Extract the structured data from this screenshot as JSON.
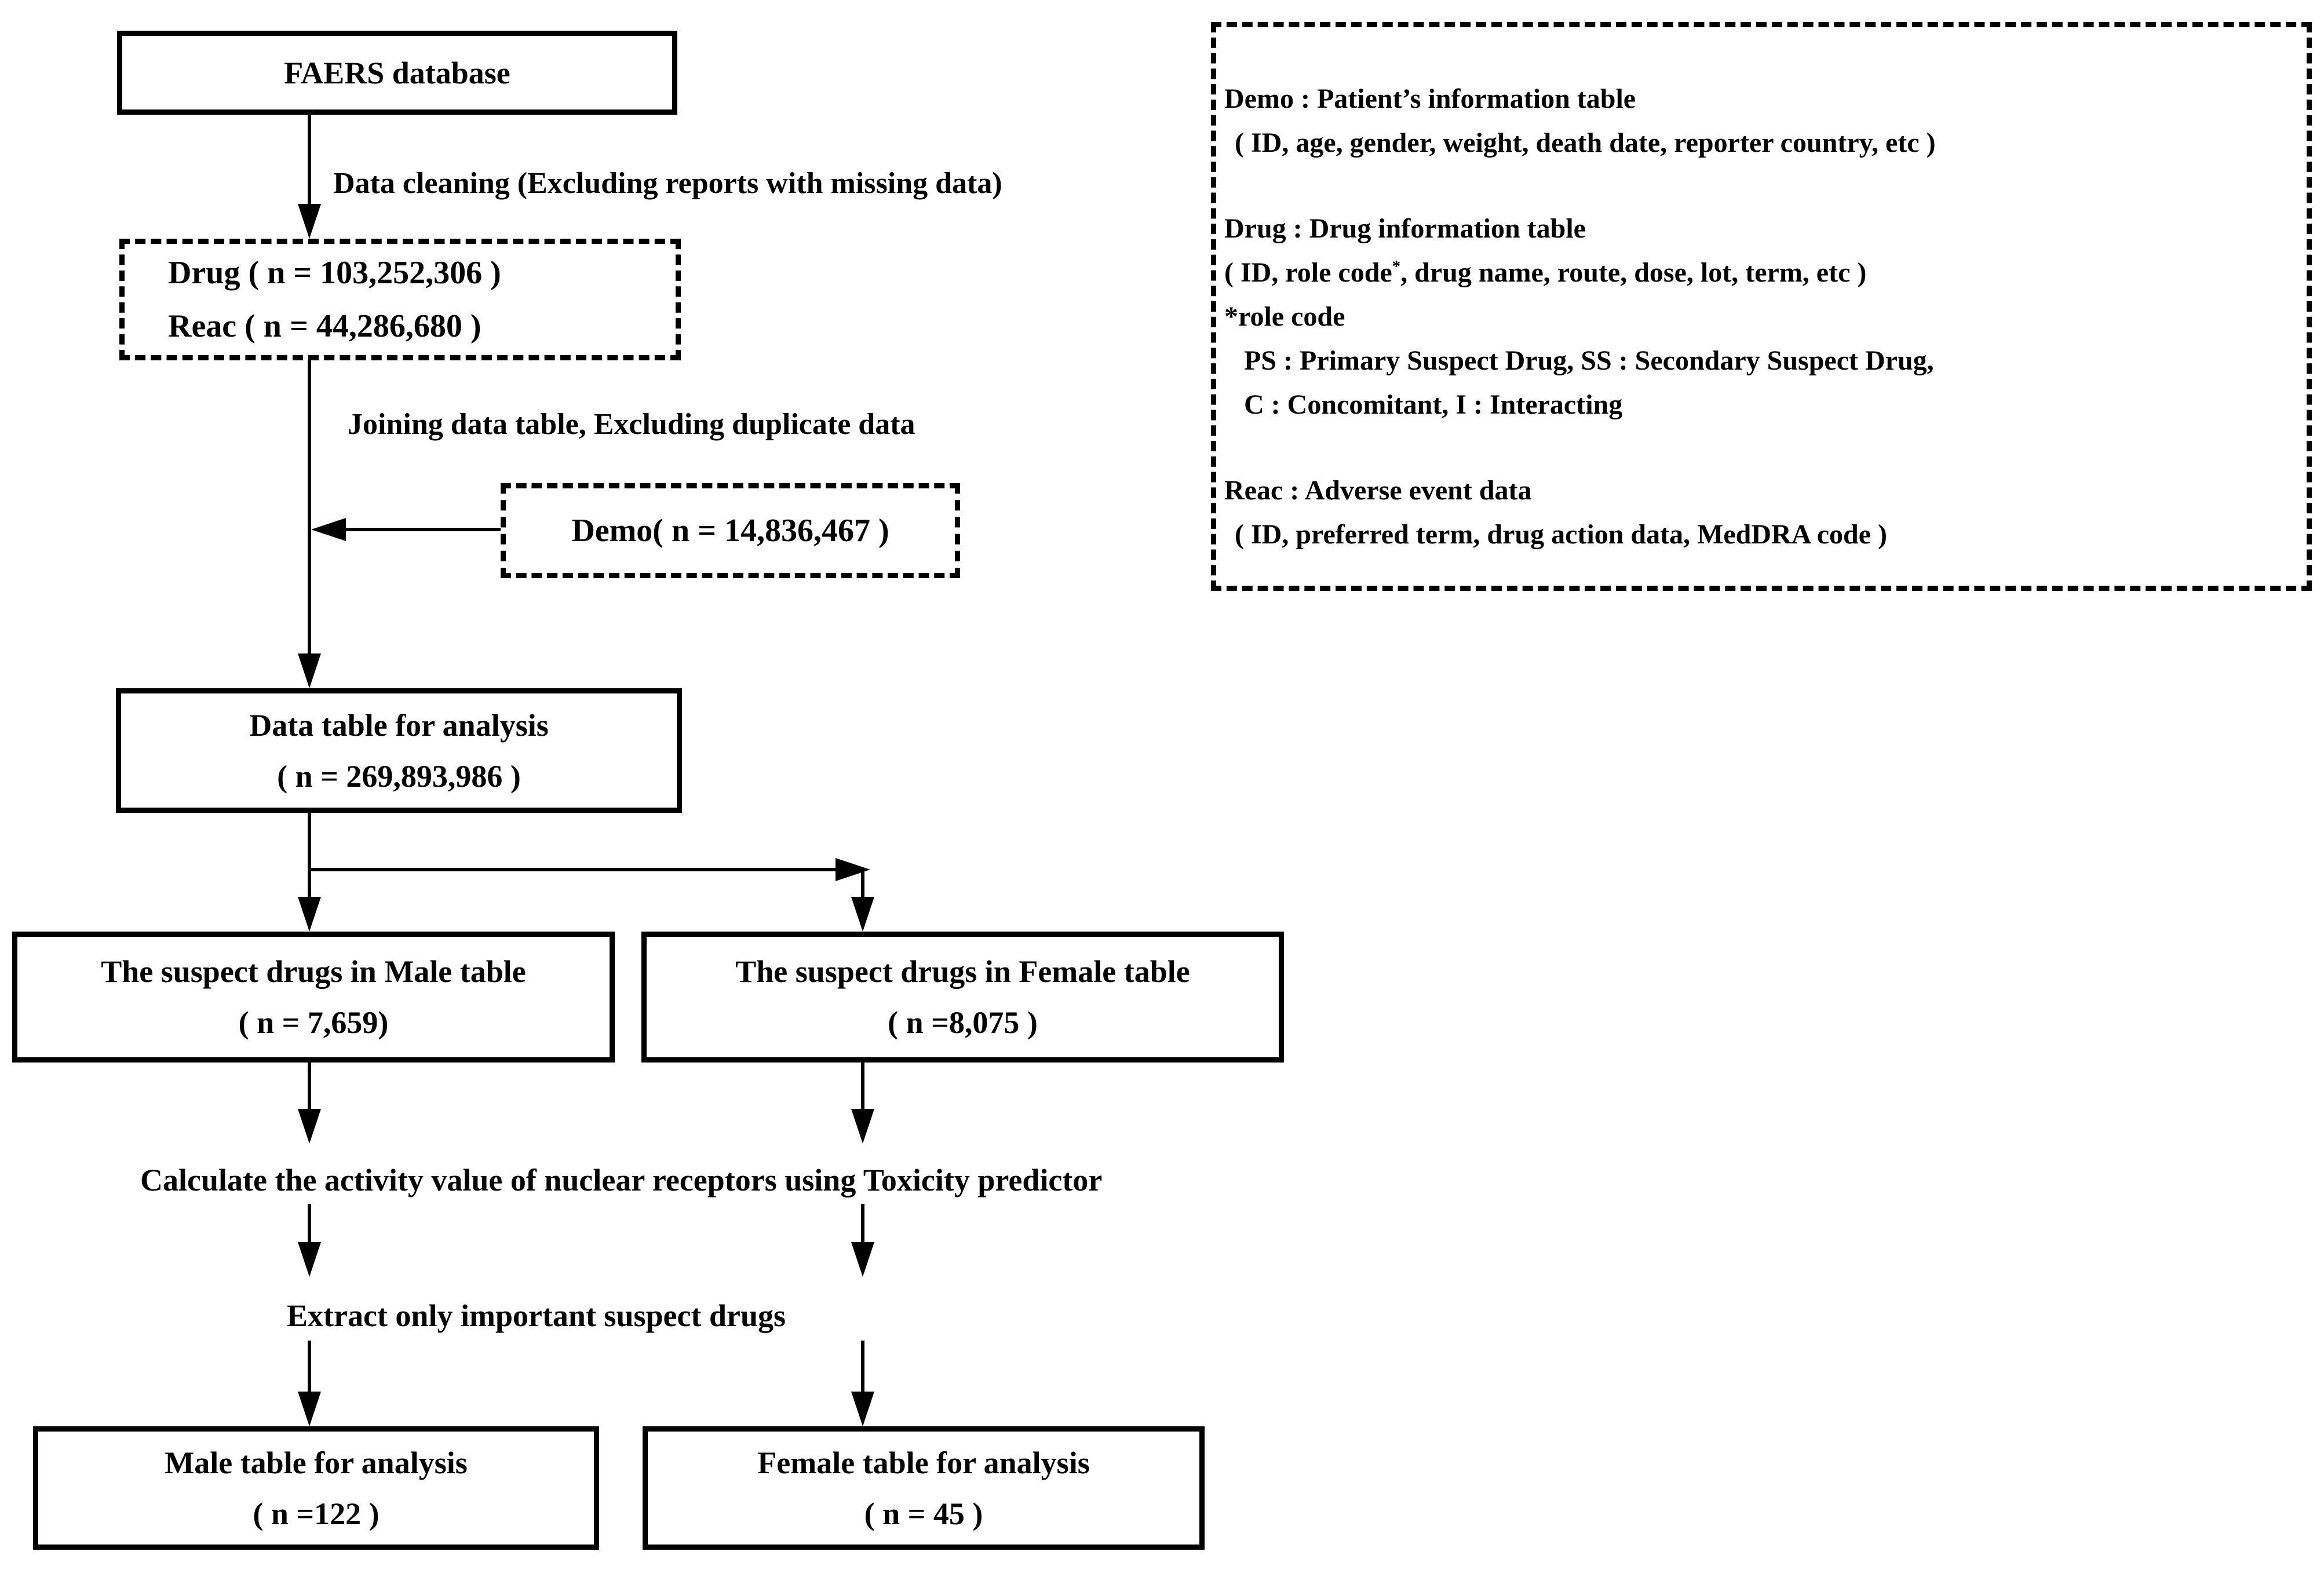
{
  "boxes": {
    "faers": {
      "label": "FAERS database"
    },
    "drug_reac": {
      "lines": [
        "Drug ( n = 103,252,306 )",
        "Reac ( n = 44,286,680 )"
      ]
    },
    "demo": {
      "label": "Demo( n = 14,836,467 )"
    },
    "data_table": {
      "lines": [
        "Data table for analysis",
        "( n = 269,893,986 )"
      ]
    },
    "male_suspect": {
      "lines": [
        "The suspect drugs in Male table",
        "( n = 7,659)"
      ]
    },
    "female_suspect": {
      "lines": [
        "The suspect drugs in Female table",
        "( n =8,075 )"
      ]
    },
    "male_analysis": {
      "lines": [
        "Male table for analysis",
        "( n =122 )"
      ]
    },
    "female_analysis": {
      "lines": [
        "Female table for analysis",
        "( n = 45 )"
      ]
    }
  },
  "labels": {
    "cleaning": "Data cleaning (Excluding reports with missing data)",
    "joining": "Joining data table, Excluding duplicate data",
    "calculate": "Calculate the activity value of nuclear receptors using Toxicity predictor",
    "extract": "Extract only important suspect drugs"
  },
  "legend": {
    "demo_title": "Demo : Patient’s information table",
    "demo_fields": "( ID, age, gender, weight, death date, reporter country, etc )",
    "drug_title": "Drug : Drug information table",
    "drug_fields_prefix": "( ID, role code",
    "drug_fields_sup": "*",
    "drug_fields_suffix": ", drug name, route, dose, lot, term, etc )",
    "role_code_heading": "*role code",
    "role_code_ps": "PS : Primary Suspect Drug, SS : Secondary Suspect Drug,",
    "role_code_c": "C : Concomitant,  I : Interacting",
    "reac_title": "Reac : Adverse event data",
    "reac_fields": "( ID, preferred term, drug action data, MedDRA code )"
  },
  "colors": {
    "background": "#ffffff",
    "line": "#000000",
    "text": "#000000"
  }
}
